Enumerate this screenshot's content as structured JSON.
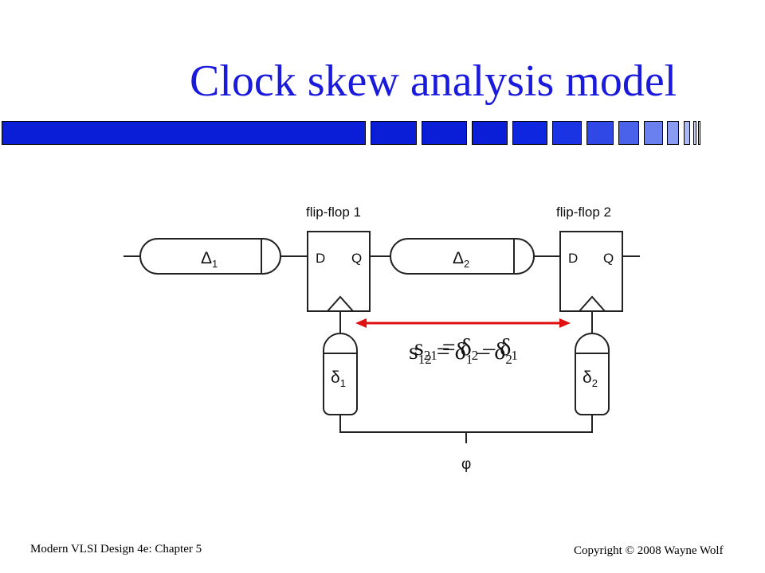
{
  "slide": {
    "title": "Clock skew analysis model",
    "title_color": "#1a1adc",
    "bar_color": "#0a1ed8",
    "footer_left": "Modern VLSI Design 4e: Chapter 5",
    "footer_right": "Copyright © 2008 Wayne Wolf"
  },
  "diagram": {
    "flipflop1_label": "flip-flop 1",
    "flipflop2_label": "flip-flop 2",
    "d_label": "D",
    "q_label": "Q",
    "delay1_label": "Δ",
    "delay1_sub": "1",
    "delay2_label": "Δ",
    "delay2_sub": "2",
    "clock_delay1_label": "δ",
    "clock_delay1_sub": "1",
    "clock_delay2_label": "δ",
    "clock_delay2_sub": "2",
    "clock_label": "φ",
    "arrow_color": "#e01010",
    "equation_a": {
      "s": "s",
      "s_sub": "12",
      "eq": "=",
      "d1": "δ",
      "d1_sub": "1",
      "minus": "–",
      "d2": "δ",
      "d2_sub": "2"
    },
    "equation_b": {
      "s": "s",
      "s_sub": "21",
      "eq": "=",
      "d1": "δ",
      "d1_sub": "2",
      "minus": "–",
      "d2": "δ",
      "d2_sub": "1"
    }
  }
}
